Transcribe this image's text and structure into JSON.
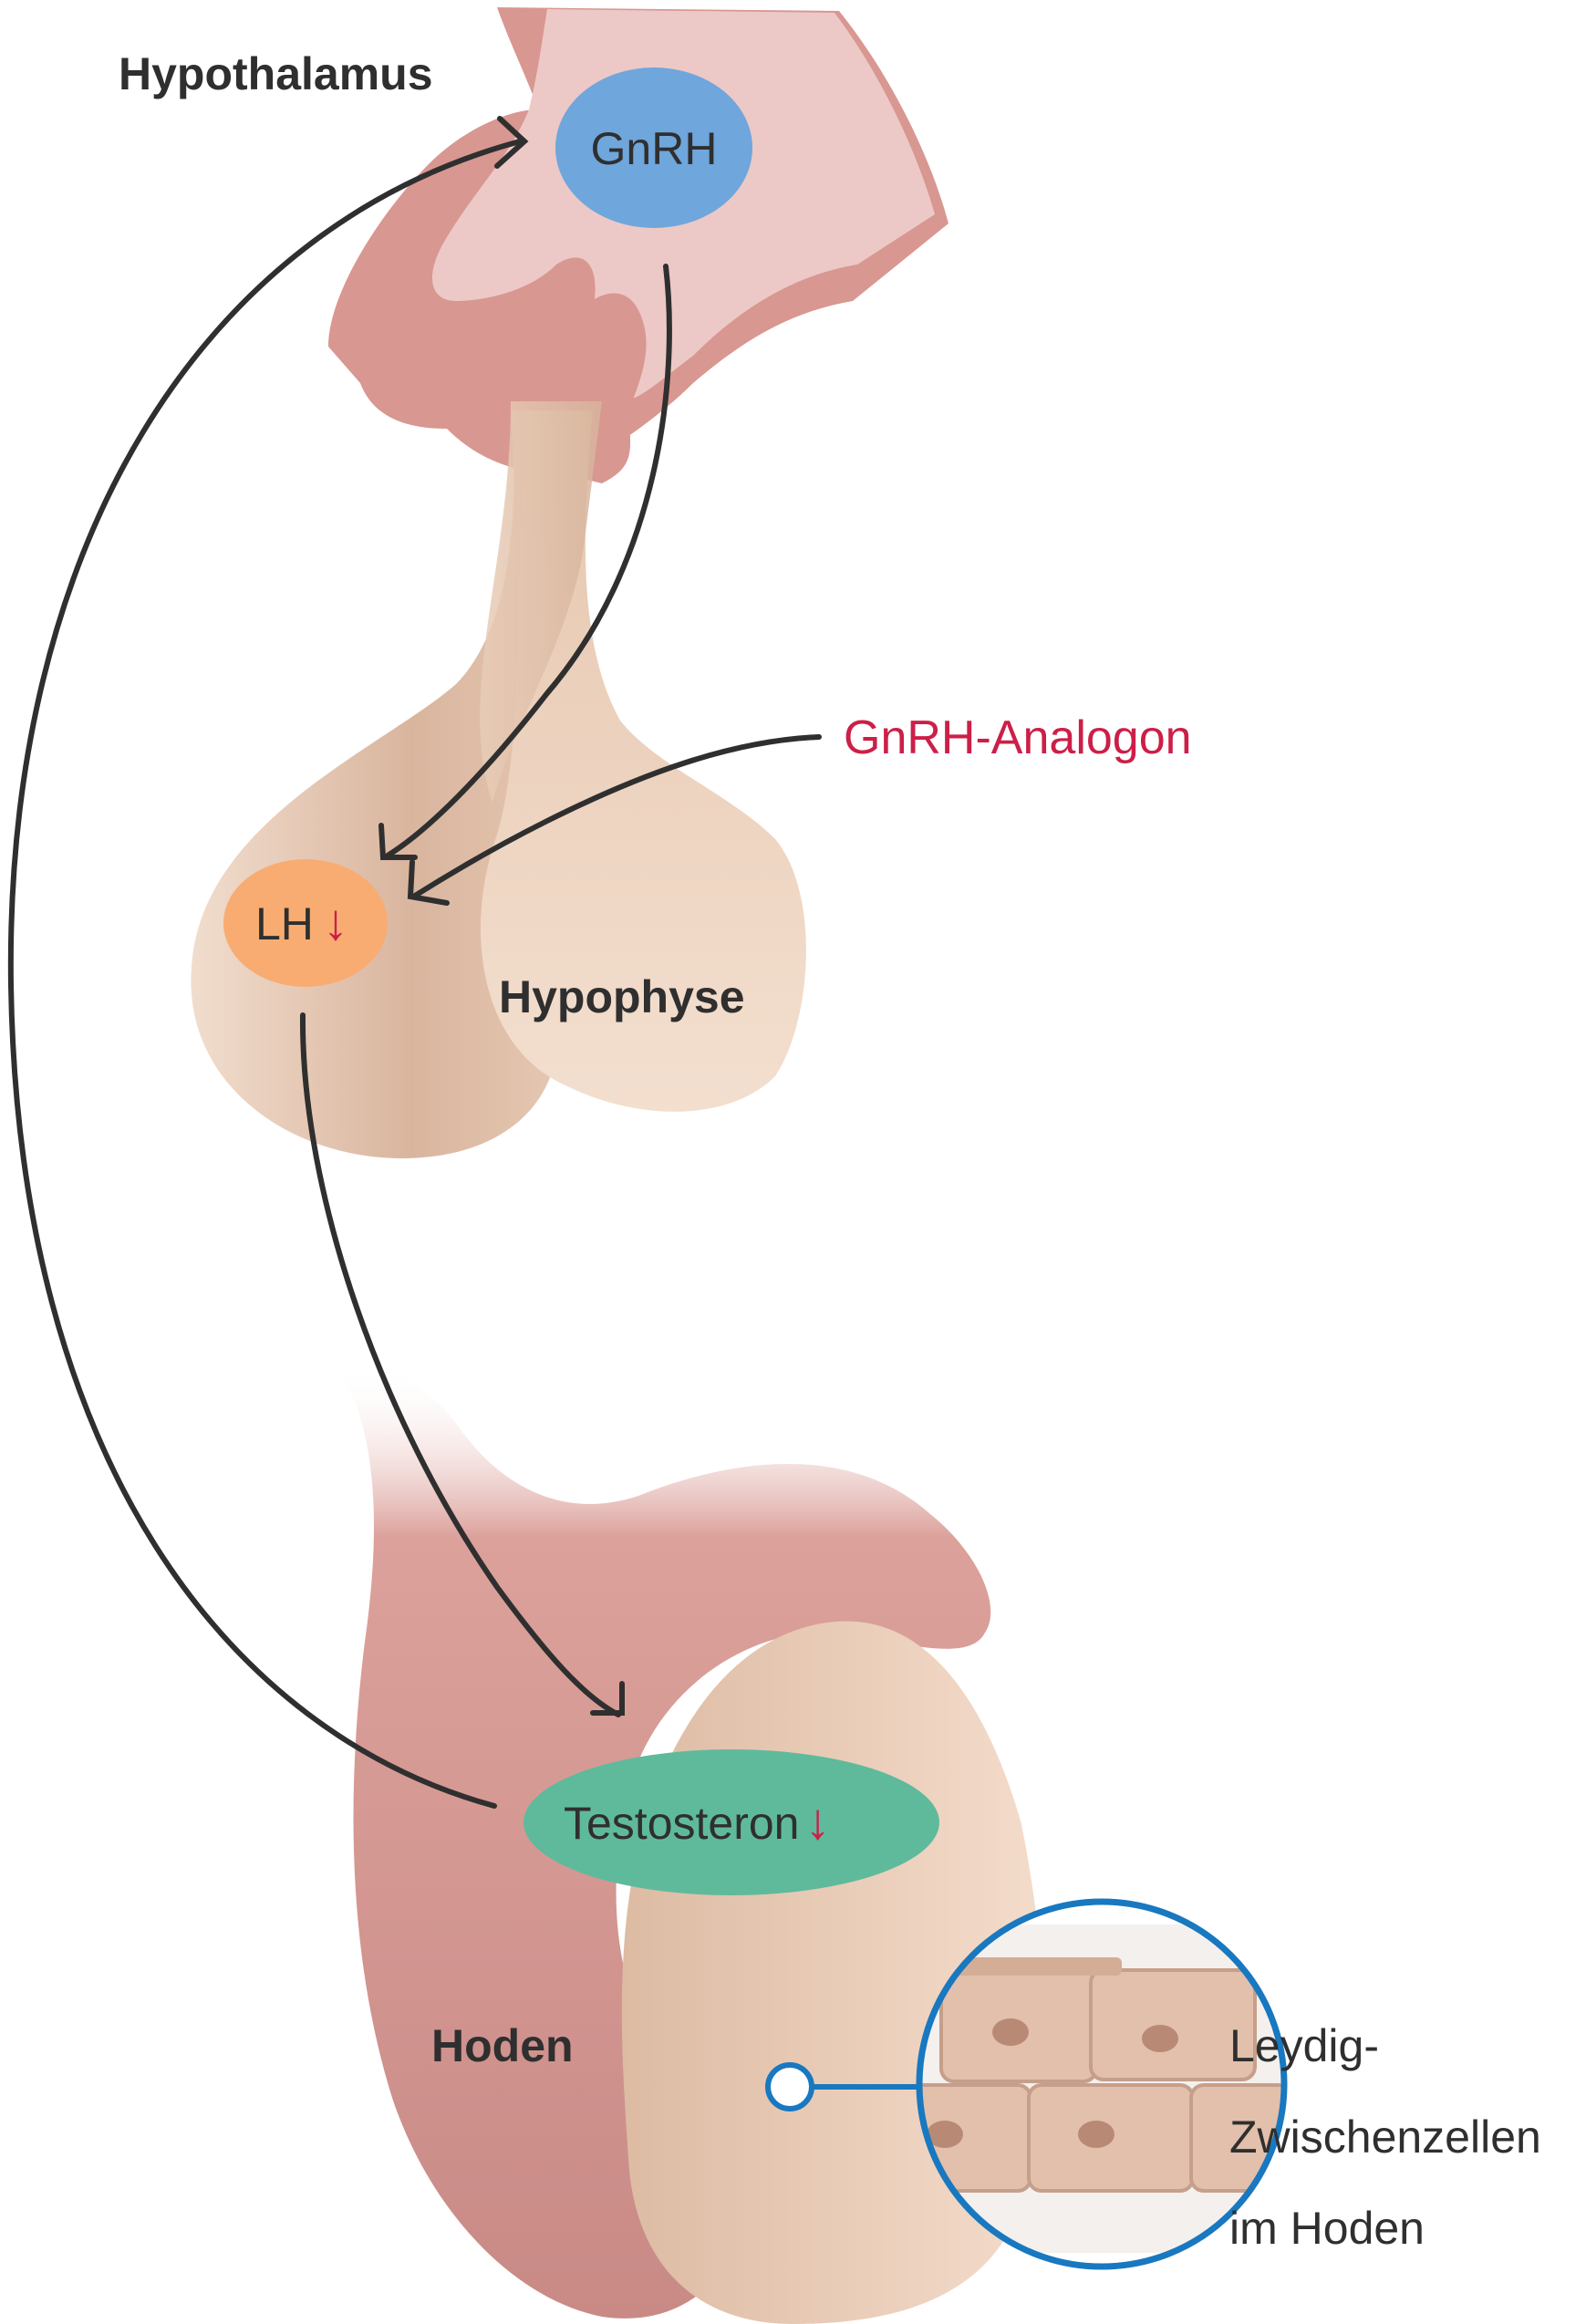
{
  "labels": {
    "hypothalamus": "Hypothalamus",
    "hypophyse": "Hypophyse",
    "hoden": "Hoden",
    "gnrh_analogon": "GnRH-Analogon",
    "leydig_line1": "Leydig-",
    "leydig_line2": "Zwischenzellen",
    "leydig_line3": "im Hoden"
  },
  "nodes": {
    "gnrh": "GnRH",
    "lh": "LH",
    "testosteron": "Testosteron",
    "decrease_symbol": "↓"
  },
  "colors": {
    "gnrh_node": "#6fa6dc",
    "lh_node": "#f8ac72",
    "testosteron_node": "#5fba9c",
    "analogon_text": "#cc1f48",
    "decrease_arrow": "#cc1f48",
    "arrow_stroke": "#2f2f2f",
    "hypothalamus_light": "#ecc9c6",
    "hypothalamus_dark": "#d99791",
    "hypophyse": "#e8cdb6",
    "hoden_dark": "#d0908b",
    "hoden_light": "#edd4c1",
    "leydig_circle": "#1878c0",
    "cell_fill": "#e2c0ab",
    "cell_nucleus": "#b88a76"
  }
}
